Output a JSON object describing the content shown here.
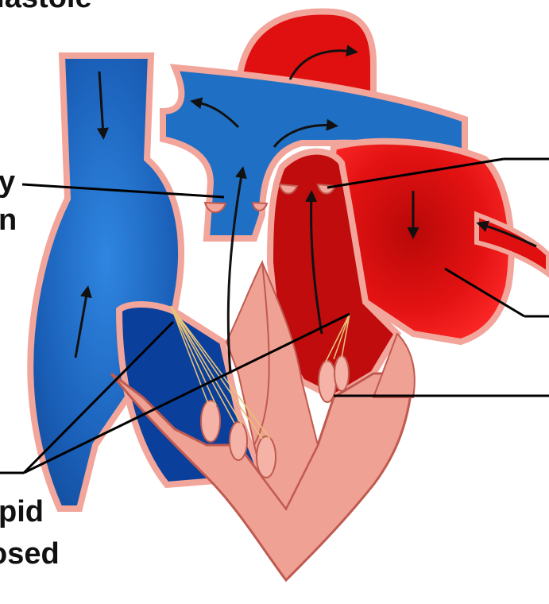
{
  "labels": {
    "top_cut": "diastole",
    "left_upper_1": "y",
    "left_upper_2": "n",
    "left_lower_1": "pid",
    "left_lower_2": "osed"
  },
  "colors": {
    "venous_blue": "#1f6fc4",
    "deep_blue": "#0b3f9c",
    "arterial_red": "#e01010",
    "dark_red": "#a80808",
    "vessel_wall_pink": "#f2a59a",
    "muscle_pink": "#efa193",
    "muscle_edge": "#c05a50",
    "chordae": "#e8c27a",
    "leader_line": "#000000"
  },
  "icons": [
    "flow-arrow"
  ]
}
